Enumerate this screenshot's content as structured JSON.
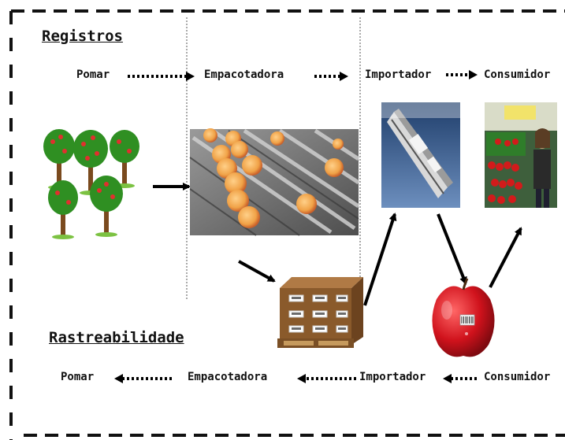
{
  "registros": {
    "title": "Registros",
    "flow": [
      "Pomar",
      "Empacotadora",
      "Importador",
      "Consumidor"
    ]
  },
  "rastreabilidade": {
    "title": "Rastreabilidade",
    "flow": [
      "Pomar",
      "Empacotadora",
      "Importador",
      "Consumidor"
    ]
  },
  "illustrations": {
    "orchard": "fruit-tree-cluster",
    "packing_line": "peach-conveyor-photo",
    "ship": "cargo-ship-photo",
    "shop": "grocery-store-photo",
    "pallet": "boxed-pallet",
    "apple": "labelled-red-apple"
  },
  "colors": {
    "pallet_brown": "#8a5a2b",
    "apple_red": "#c8101a",
    "tree_green": "#2f8f22",
    "arrow": "#000000"
  }
}
